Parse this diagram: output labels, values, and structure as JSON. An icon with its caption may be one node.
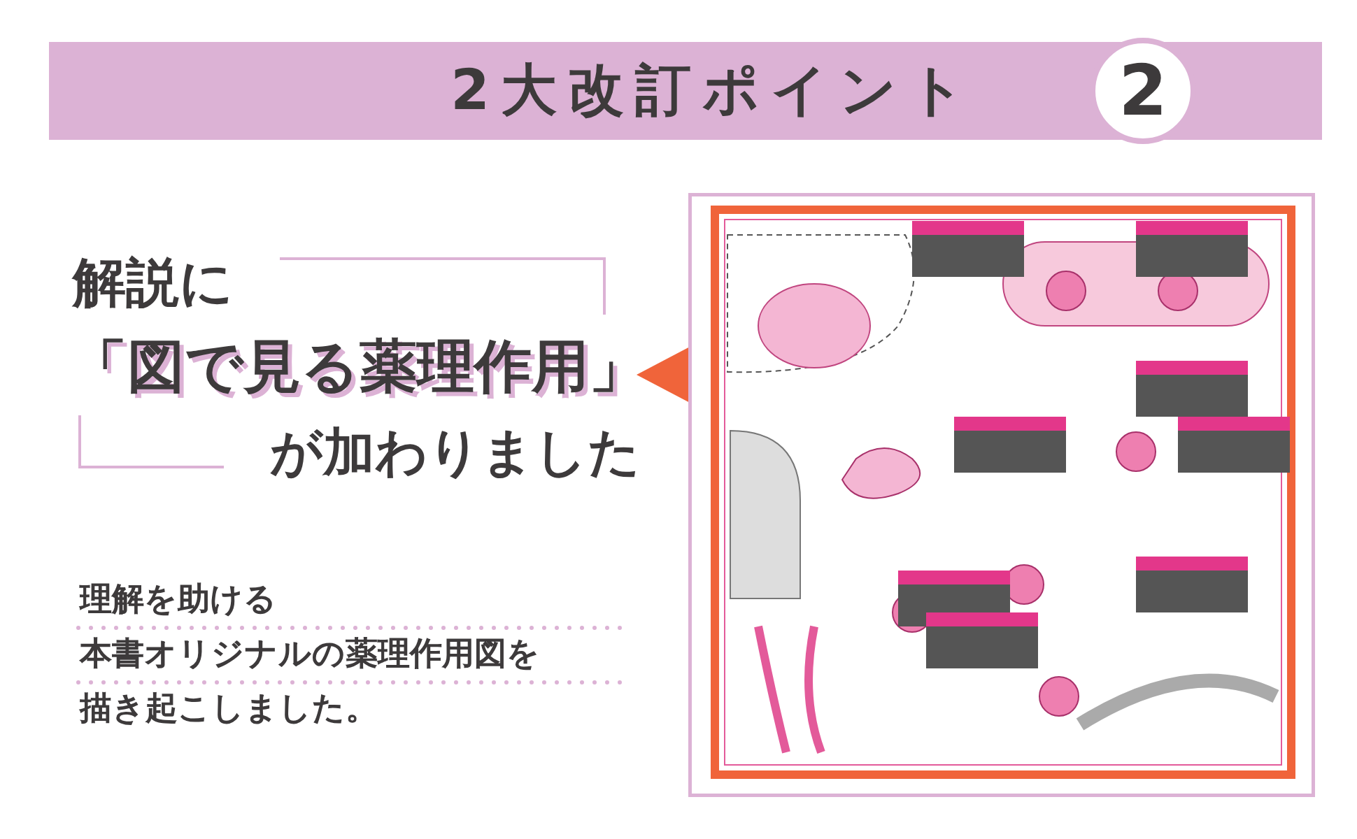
{
  "diagram": {
    "title": "2大改訂ポイント",
    "nodes": [
      {
        "text": [
          "2"
        ]
      },
      {
        "text": [],
        "shape": "picture"
      }
    ],
    "labels": [
      "解説に",
      "「図で見る薬理作用」",
      "が加わりました",
      "理解を助ける",
      "本書オリジナルの薬理作用図を",
      "描き起こしました。"
    ]
  }
}
